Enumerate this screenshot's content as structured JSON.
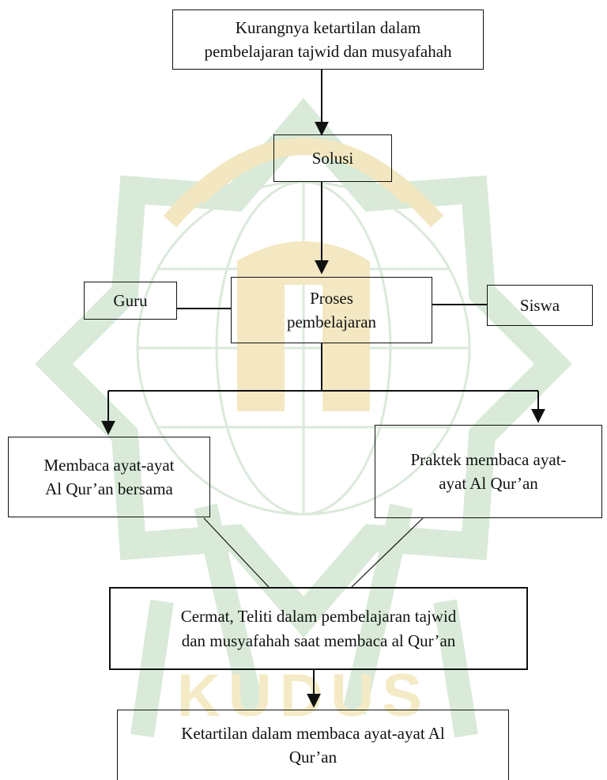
{
  "nodes": {
    "problem": "Kurangnya ketartilan dalam\npembelajaran tajwid dan musyafahah",
    "solution": "Solusi",
    "teacher": "Guru",
    "process": "Proses\npembelajaran",
    "student": "Siswa",
    "reading_together": "Membaca ayat-ayat\nAl Qur’an bersama",
    "reading_practice": "Praktek membaca ayat-\nayat Al Qur’an",
    "careful": "Cermat, Teliti dalam pembelajaran tajwid\ndan musyafahah saat membaca al Qur’an",
    "outcome": "Ketartilan dalam membaca ayat-ayat Al\nQur’an"
  },
  "watermark": {
    "label": "KUDUS",
    "colors": {
      "green": "#d9ead9",
      "gold": "#f4ebc6"
    }
  }
}
